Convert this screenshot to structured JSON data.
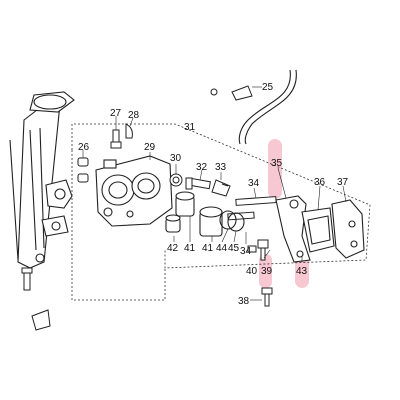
{
  "diagram": {
    "highlight_color": "#f4b6c2",
    "line_color": "#222222",
    "labels": {
      "p25": "25",
      "p26": "26",
      "p27": "27",
      "p28": "28",
      "p29": "29",
      "p30": "30",
      "p31": "31",
      "p32": "32",
      "p33": "33",
      "p34a": "34",
      "p34b": "34",
      "p35": "35",
      "p36": "36",
      "p37": "37",
      "p38": "38",
      "p39": "39",
      "p40": "40",
      "p41a": "41",
      "p41b": "41",
      "p42": "42",
      "p43": "43",
      "p44": "44",
      "p45": "45"
    },
    "highlighted_parts": [
      "35",
      "39",
      "43"
    ]
  }
}
